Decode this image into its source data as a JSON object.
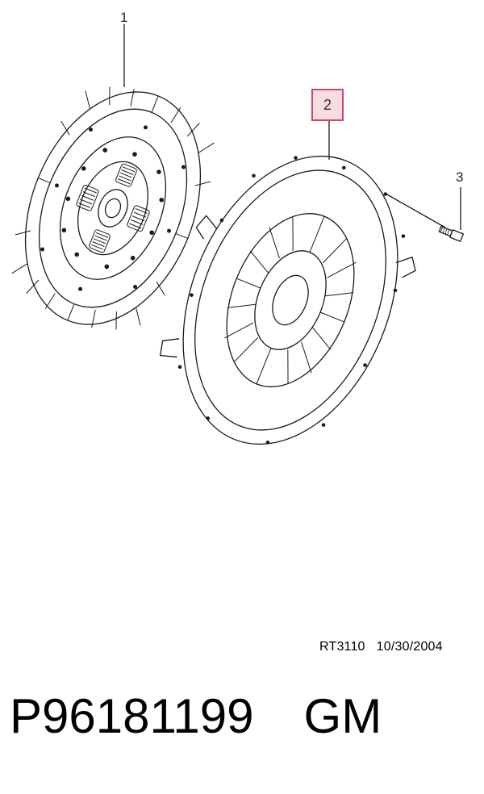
{
  "callouts": {
    "one": "1",
    "two": "2",
    "three": "3"
  },
  "drawing": {
    "code": "RT3110",
    "date": "10/30/2004"
  },
  "footer": {
    "part_number": "P96181199",
    "brand": "GM"
  },
  "colors": {
    "line": "#1a1a1a",
    "highlight_border": "#c94a63",
    "highlight_fill": "#f7dde2"
  }
}
